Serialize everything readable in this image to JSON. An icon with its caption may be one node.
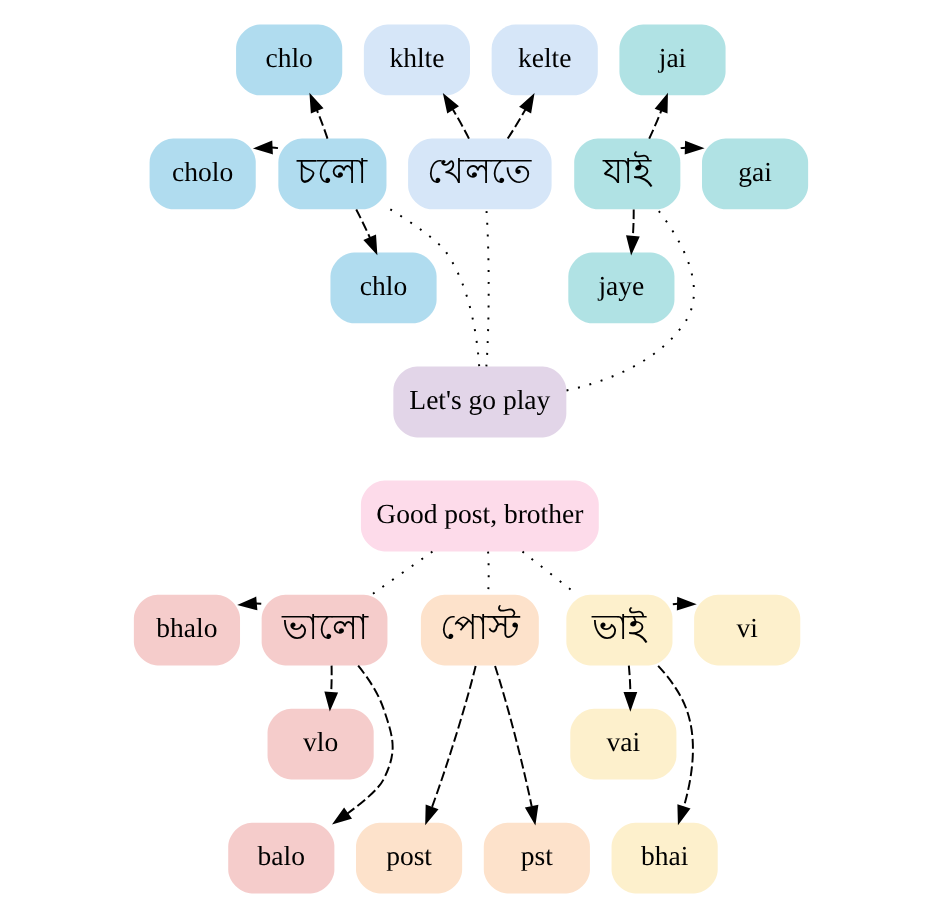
{
  "diagram": {
    "nodes": [
      {
        "text": [
          "chlo"
        ]
      },
      {
        "text": [
          "khlte"
        ]
      },
      {
        "text": [
          "kelte"
        ]
      },
      {
        "text": [
          "jai"
        ]
      },
      {
        "text": [
          "cholo"
        ]
      },
      {
        "text": [
          "চলো"
        ]
      },
      {
        "text": [
          "খেলতে"
        ]
      },
      {
        "text": [
          "যাই"
        ]
      },
      {
        "text": [
          "gai"
        ]
      },
      {
        "text": [
          "chlo"
        ]
      },
      {
        "text": [
          "jaye"
        ]
      },
      {
        "text": [
          "Let's go play"
        ]
      },
      {
        "text": [
          "Good post, brother"
        ]
      },
      {
        "text": [
          "bhalo"
        ]
      },
      {
        "text": [
          "vi"
        ]
      },
      {
        "text": [
          "ভালো"
        ]
      },
      {
        "text": [
          "পোস্ট"
        ]
      },
      {
        "text": [
          "ভাই"
        ]
      },
      {
        "text": [
          "vlo"
        ]
      },
      {
        "text": [
          "vai"
        ]
      },
      {
        "text": [
          "balo"
        ]
      },
      {
        "text": [
          "post"
        ]
      },
      {
        "text": [
          "pst"
        ]
      },
      {
        "text": [
          "bhai"
        ]
      }
    ],
    "edges": [
      {
        "from": 5,
        "to": 0,
        "arrow": "to",
        "style": "dashed"
      },
      {
        "from": 5,
        "to": 4,
        "arrow": "to",
        "style": "dashed"
      },
      {
        "from": 5,
        "to": 9,
        "arrow": "to",
        "style": "dashed"
      },
      {
        "from": 6,
        "to": 1,
        "arrow": "to",
        "style": "dashed"
      },
      {
        "from": 6,
        "to": 2,
        "arrow": "to",
        "style": "dashed"
      },
      {
        "from": 7,
        "to": 3,
        "arrow": "to",
        "style": "dashed"
      },
      {
        "from": 7,
        "to": 8,
        "arrow": "to",
        "style": "dashed"
      },
      {
        "from": 7,
        "to": 10,
        "arrow": "to",
        "style": "dashed"
      },
      {
        "from": 11,
        "to": 5,
        "arrow": "none"
      },
      {
        "from": 11,
        "to": 6,
        "arrow": "none"
      },
      {
        "from": 11,
        "to": 7,
        "arrow": "none"
      },
      {
        "from": 12,
        "to": 15,
        "arrow": "none"
      },
      {
        "from": 12,
        "to": 16,
        "arrow": "none"
      },
      {
        "from": 12,
        "to": 17,
        "arrow": "none"
      },
      {
        "from": 15,
        "to": 13,
        "arrow": "to",
        "style": "dashed"
      },
      {
        "from": 15,
        "to": 18,
        "arrow": "to",
        "style": "dashed"
      },
      {
        "from": 15,
        "to": 20,
        "arrow": "to",
        "style": "dashed"
      },
      {
        "from": 16,
        "to": 21,
        "arrow": "to",
        "style": "dashed"
      },
      {
        "from": 16,
        "to": 22,
        "arrow": "to",
        "style": "dashed"
      },
      {
        "from": 17,
        "to": 14,
        "arrow": "to",
        "style": "dashed"
      },
      {
        "from": 17,
        "to": 19,
        "arrow": "to",
        "style": "dashed"
      },
      {
        "from": 17,
        "to": 23,
        "arrow": "to",
        "style": "dashed"
      }
    ]
  }
}
